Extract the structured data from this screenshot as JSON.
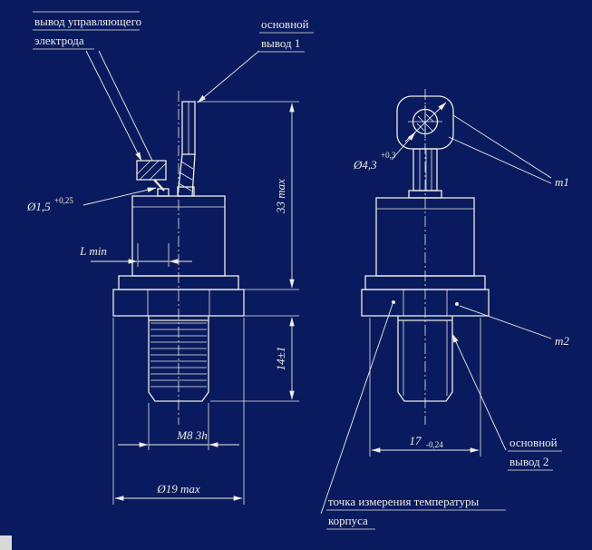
{
  "colors": {
    "background": "#0a1a5e",
    "line": "#ededE6"
  },
  "labels": {
    "control_electrode_1": "вывод управляющего",
    "control_electrode_2": "электрода",
    "main_lead1_1": "основной",
    "main_lead1_2": "вывод 1",
    "dia_lead": "Ø1,5",
    "dia_lead_tol": "+0,25",
    "l_min": "L min",
    "dim_33": "33 max",
    "dim_14": "14±1",
    "thread": "М8 3h",
    "dia_19": "Ø19 max",
    "dia_hole": "Ø4,3",
    "dia_hole_tol": "+0,3",
    "m1": "m1",
    "m2": "m2",
    "dim_17": "17",
    "dim_17_tol": "-0,24",
    "main_lead2_1": "основной",
    "main_lead2_2": "вывод 2",
    "temp_point_1": "точка измерения температуры",
    "temp_point_2": "корпуса"
  }
}
